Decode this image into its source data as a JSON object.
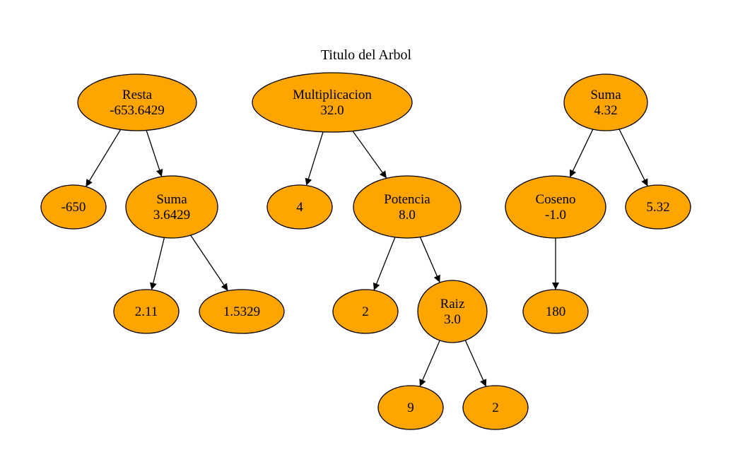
{
  "diagram": {
    "title": "Titulo del Arbol",
    "colors": {
      "node_fill": "#ffa500",
      "node_stroke": "#000000",
      "edge": "#000000"
    },
    "nodes": [
      {
        "id": "resta",
        "lines": [
          "Resta",
          "-653.6429"
        ]
      },
      {
        "id": "n650",
        "lines": [
          "-650"
        ]
      },
      {
        "id": "suma1",
        "lines": [
          "Suma",
          "3.6429"
        ]
      },
      {
        "id": "n211",
        "lines": [
          "2.11"
        ]
      },
      {
        "id": "n15329",
        "lines": [
          "1.5329"
        ]
      },
      {
        "id": "mult",
        "lines": [
          "Multiplicacion",
          "32.0"
        ]
      },
      {
        "id": "n4",
        "lines": [
          "4"
        ]
      },
      {
        "id": "pot",
        "lines": [
          "Potencia",
          "8.0"
        ]
      },
      {
        "id": "n2a",
        "lines": [
          "2"
        ]
      },
      {
        "id": "raiz",
        "lines": [
          "Raiz",
          "3.0"
        ]
      },
      {
        "id": "n9",
        "lines": [
          "9"
        ]
      },
      {
        "id": "n2b",
        "lines": [
          "2"
        ]
      },
      {
        "id": "suma2",
        "lines": [
          "Suma",
          "4.32"
        ]
      },
      {
        "id": "coseno",
        "lines": [
          "Coseno",
          "-1.0"
        ]
      },
      {
        "id": "n180",
        "lines": [
          "180"
        ]
      },
      {
        "id": "n532",
        "lines": [
          "5.32"
        ]
      }
    ],
    "edges": [
      [
        "resta",
        "n650"
      ],
      [
        "resta",
        "suma1"
      ],
      [
        "suma1",
        "n211"
      ],
      [
        "suma1",
        "n15329"
      ],
      [
        "mult",
        "n4"
      ],
      [
        "mult",
        "pot"
      ],
      [
        "pot",
        "n2a"
      ],
      [
        "pot",
        "raiz"
      ],
      [
        "raiz",
        "n9"
      ],
      [
        "raiz",
        "n2b"
      ],
      [
        "suma2",
        "coseno"
      ],
      [
        "suma2",
        "n532"
      ],
      [
        "coseno",
        "n180"
      ]
    ]
  }
}
